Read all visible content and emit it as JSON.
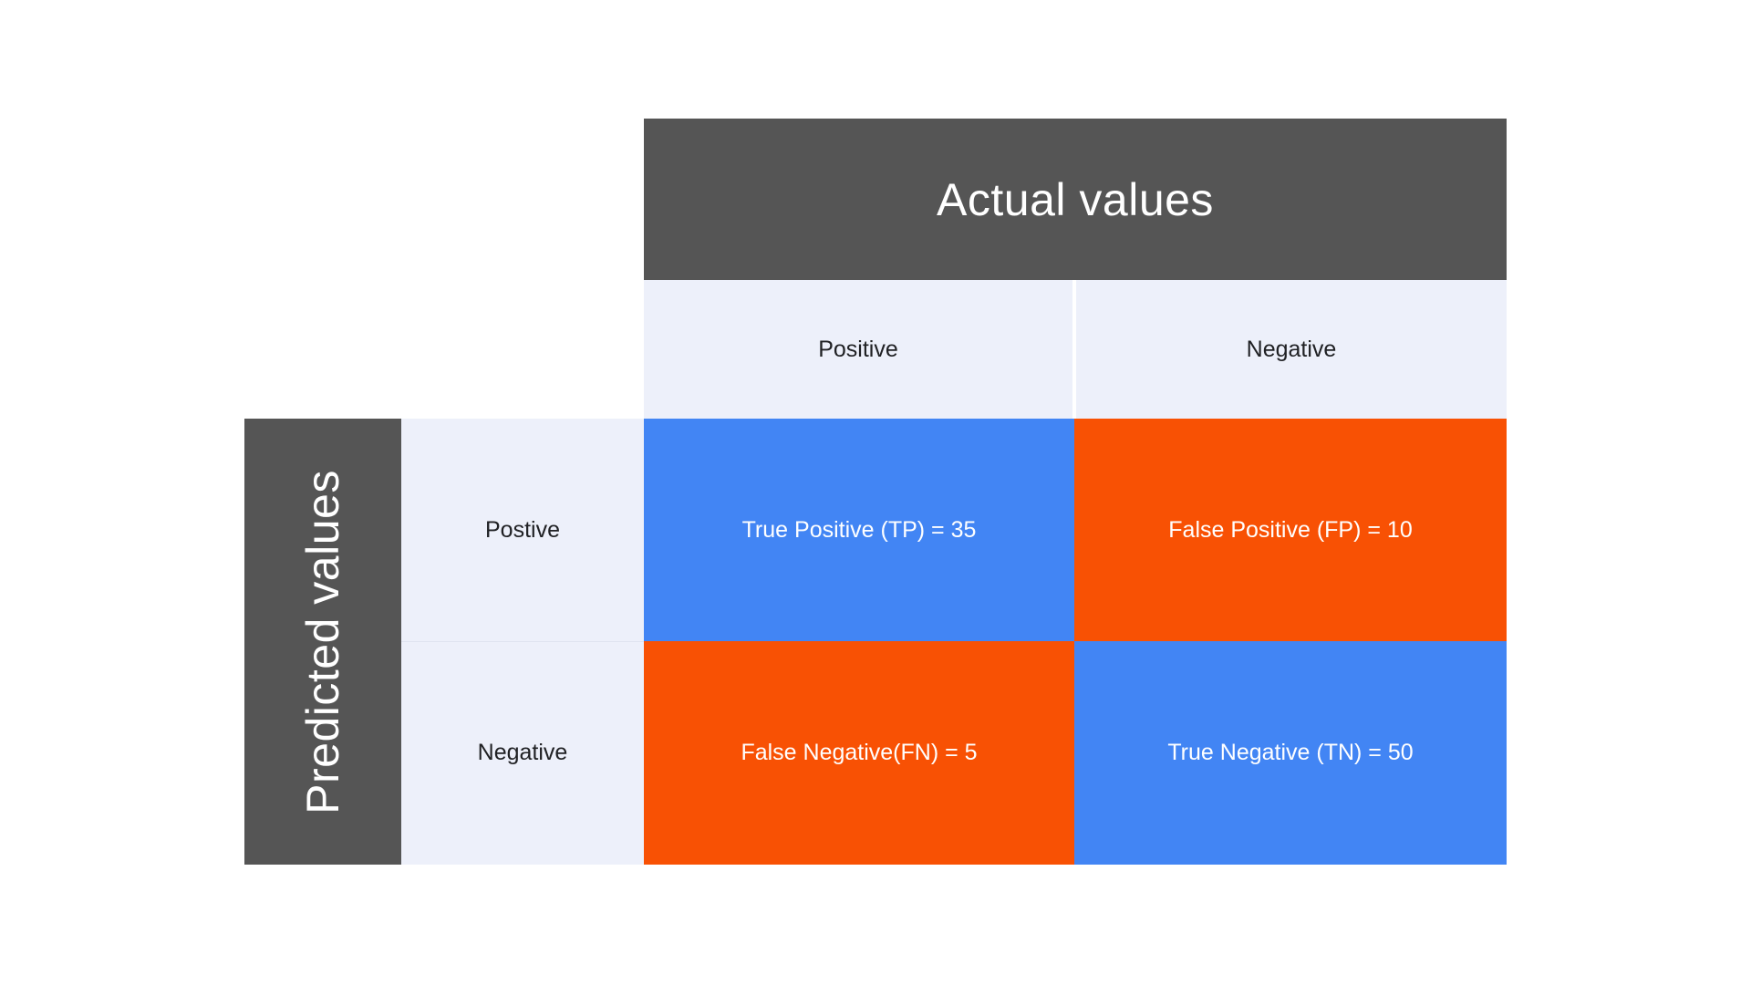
{
  "diagram": {
    "type": "confusion-matrix",
    "actual_axis_label": "Actual values",
    "predicted_axis_label": "Predicted values",
    "actual_headers": {
      "positive": "Positive",
      "negative": "Negative"
    },
    "predicted_headers": {
      "positive": "Postive",
      "negative": "Negative"
    },
    "cells": {
      "true_positive": {
        "label": "True Positive (TP) = 35",
        "value": 35,
        "color": "#4285F4"
      },
      "false_positive": {
        "label": "False Positive (FP) = 10",
        "value": 10,
        "color": "#F85104"
      },
      "false_negative": {
        "label": "False Negative(FN) = 5",
        "value": 5,
        "color": "#F85104"
      },
      "true_negative": {
        "label": "True Negative (TN) = 50",
        "value": 50,
        "color": "#4285F4"
      }
    },
    "colors": {
      "axis_header_bg": "#555555",
      "label_bg": "#EDF0FA",
      "true_cell_bg": "#4285F4",
      "false_cell_bg": "#F85104",
      "axis_header_text": "#FFFFFF",
      "cell_text": "#FFFFFF",
      "label_text": "#202124",
      "page_bg": "#FFFFFF"
    }
  }
}
